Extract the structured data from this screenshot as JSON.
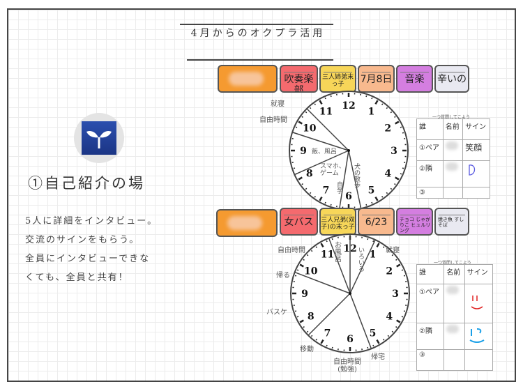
{
  "title": "4月からのオクプラ活用",
  "section": {
    "heading": "①自己紹介の場",
    "lines": [
      "5人に詳細をインタビュー。",
      "交流のサインをもらう。",
      "全員にインタビューできな",
      "くても、全員と共有！"
    ]
  },
  "logo_icon": "sprout-icon",
  "row1": {
    "cards": [
      "吹奏楽部",
      "三人姉弟末っ子",
      "7月8日",
      "音楽",
      "辛いの"
    ],
    "clock_labels": [
      "就寝",
      "自由時間",
      "飯、風呂",
      "スマホ、ゲーム",
      "犬の散歩",
      "自学"
    ],
    "table": {
      "caption": "一つ質問してこよう",
      "headers": [
        "誰",
        "名前",
        "サイン"
      ],
      "rows": [
        [
          "①ペア",
          "",
          "笑顔"
        ],
        [
          "②隣",
          "",
          ""
        ],
        [
          "③",
          "",
          ""
        ]
      ]
    }
  },
  "row2": {
    "cards": [
      "女バス",
      "三人兄弟(双子)の末っ子",
      "6/23",
      "チョコ じゃがりこ ヒュルリング",
      "焼き魚 すし そば"
    ],
    "clock_labels": [
      "自由時間",
      "就寝",
      "お風呂",
      "いろいろ",
      "帰る",
      "バスケ",
      "移動",
      "帰宅",
      "自由時間(勉強)"
    ],
    "table": {
      "caption": "一つ質問してこよう",
      "headers": [
        "誰",
        "名前",
        "サイン"
      ],
      "rows": [
        [
          "①ペア",
          "",
          ""
        ],
        [
          "②隣",
          "",
          ""
        ],
        [
          "③",
          "",
          ""
        ]
      ]
    }
  },
  "clock_numbers": [
    "12",
    "1",
    "2",
    "3",
    "4",
    "5",
    "6",
    "7",
    "8",
    "9",
    "10",
    "11"
  ],
  "colors": {
    "orange": "#f59a30",
    "red": "#f46a6e",
    "yellow": "#f7d659",
    "peach": "#f8b98e",
    "purple": "#d47ee0",
    "logo": "#2b4fae"
  }
}
